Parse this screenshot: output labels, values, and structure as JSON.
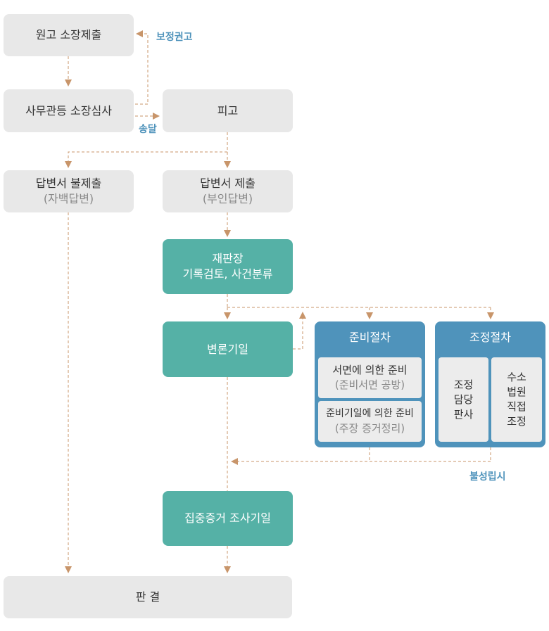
{
  "nodes": {
    "complaint": "원고 소장제출",
    "review": "사무관등 소장심사",
    "defendant": "피고",
    "no_answer": "답변서 불제출",
    "no_answer_sub": "(자백답변)",
    "answer": "답변서 제출",
    "answer_sub": "(부인답변)",
    "judge_line1": "재판장",
    "judge_line2": "기록검토, 사건분류",
    "pleading_date": "변론기일",
    "prep": {
      "title": "준비절차",
      "item1": "서면에 의한 준비",
      "item1_sub": "(준비서면 공방)",
      "item2": "준비기일에 의한 준비",
      "item2_sub": "(주장 증거정리)"
    },
    "mediation": {
      "title": "조정절차",
      "left_lines": [
        "조정",
        "담당",
        "판사"
      ],
      "right_lines": [
        "수소",
        "법원",
        "직접",
        "조정"
      ]
    },
    "evidence_date": "집중증거 조사기일",
    "judgment": "판 결"
  },
  "labels": {
    "correction": "보정권고",
    "delivery": "송달",
    "failure": "불성립시"
  },
  "colors": {
    "arrow": "#c8956a",
    "gray_box": "#e8e8e8",
    "teal_box": "#55b1a6",
    "blue_box": "#4f93bb",
    "label": "#4f93bb"
  }
}
